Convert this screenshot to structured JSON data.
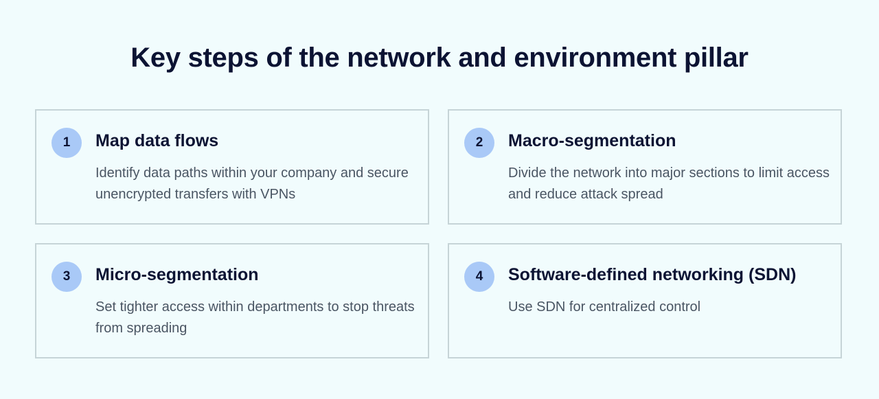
{
  "title": "Key steps of the network and environment pillar",
  "steps": [
    {
      "number": "1",
      "heading": "Map data flows",
      "text": "Identify data paths within your company and secure unencrypted transfers with VPNs"
    },
    {
      "number": "2",
      "heading": "Macro-segmentation",
      "text": "Divide the network into major sections to limit access and reduce attack spread"
    },
    {
      "number": "3",
      "heading": "Micro-segmentation",
      "text": "Set tighter access within departments to stop threats from spreading"
    },
    {
      "number": "4",
      "heading": "Software-defined networking (SDN)",
      "text": "Use SDN for centralized control"
    }
  ]
}
